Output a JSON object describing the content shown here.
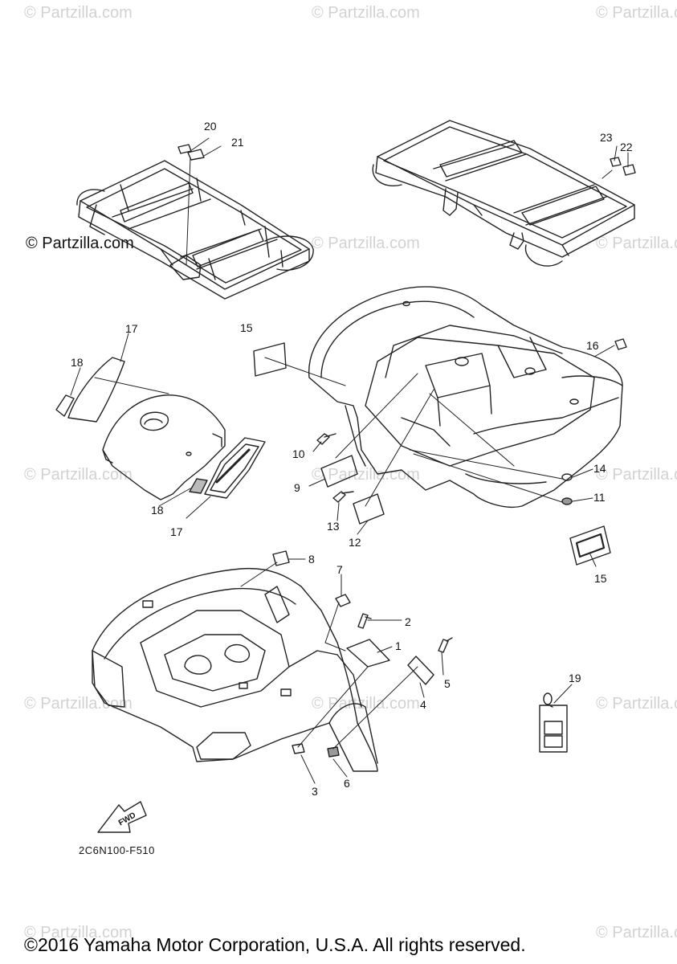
{
  "watermark_text": "© Partzilla.com",
  "brand_text": "© Partzilla.com",
  "diagram_code": "2C6N100-F510",
  "copyright": "©2016 Yamaha Motor Corporation, U.S.A. All rights reserved.",
  "fwd_label": "FWD",
  "part_numbers": [
    "1",
    "2",
    "3",
    "4",
    "5",
    "6",
    "7",
    "8",
    "9",
    "10",
    "11",
    "12",
    "13",
    "14",
    "15",
    "16",
    "17",
    "18",
    "19",
    "20",
    "21",
    "22",
    "23"
  ]
}
